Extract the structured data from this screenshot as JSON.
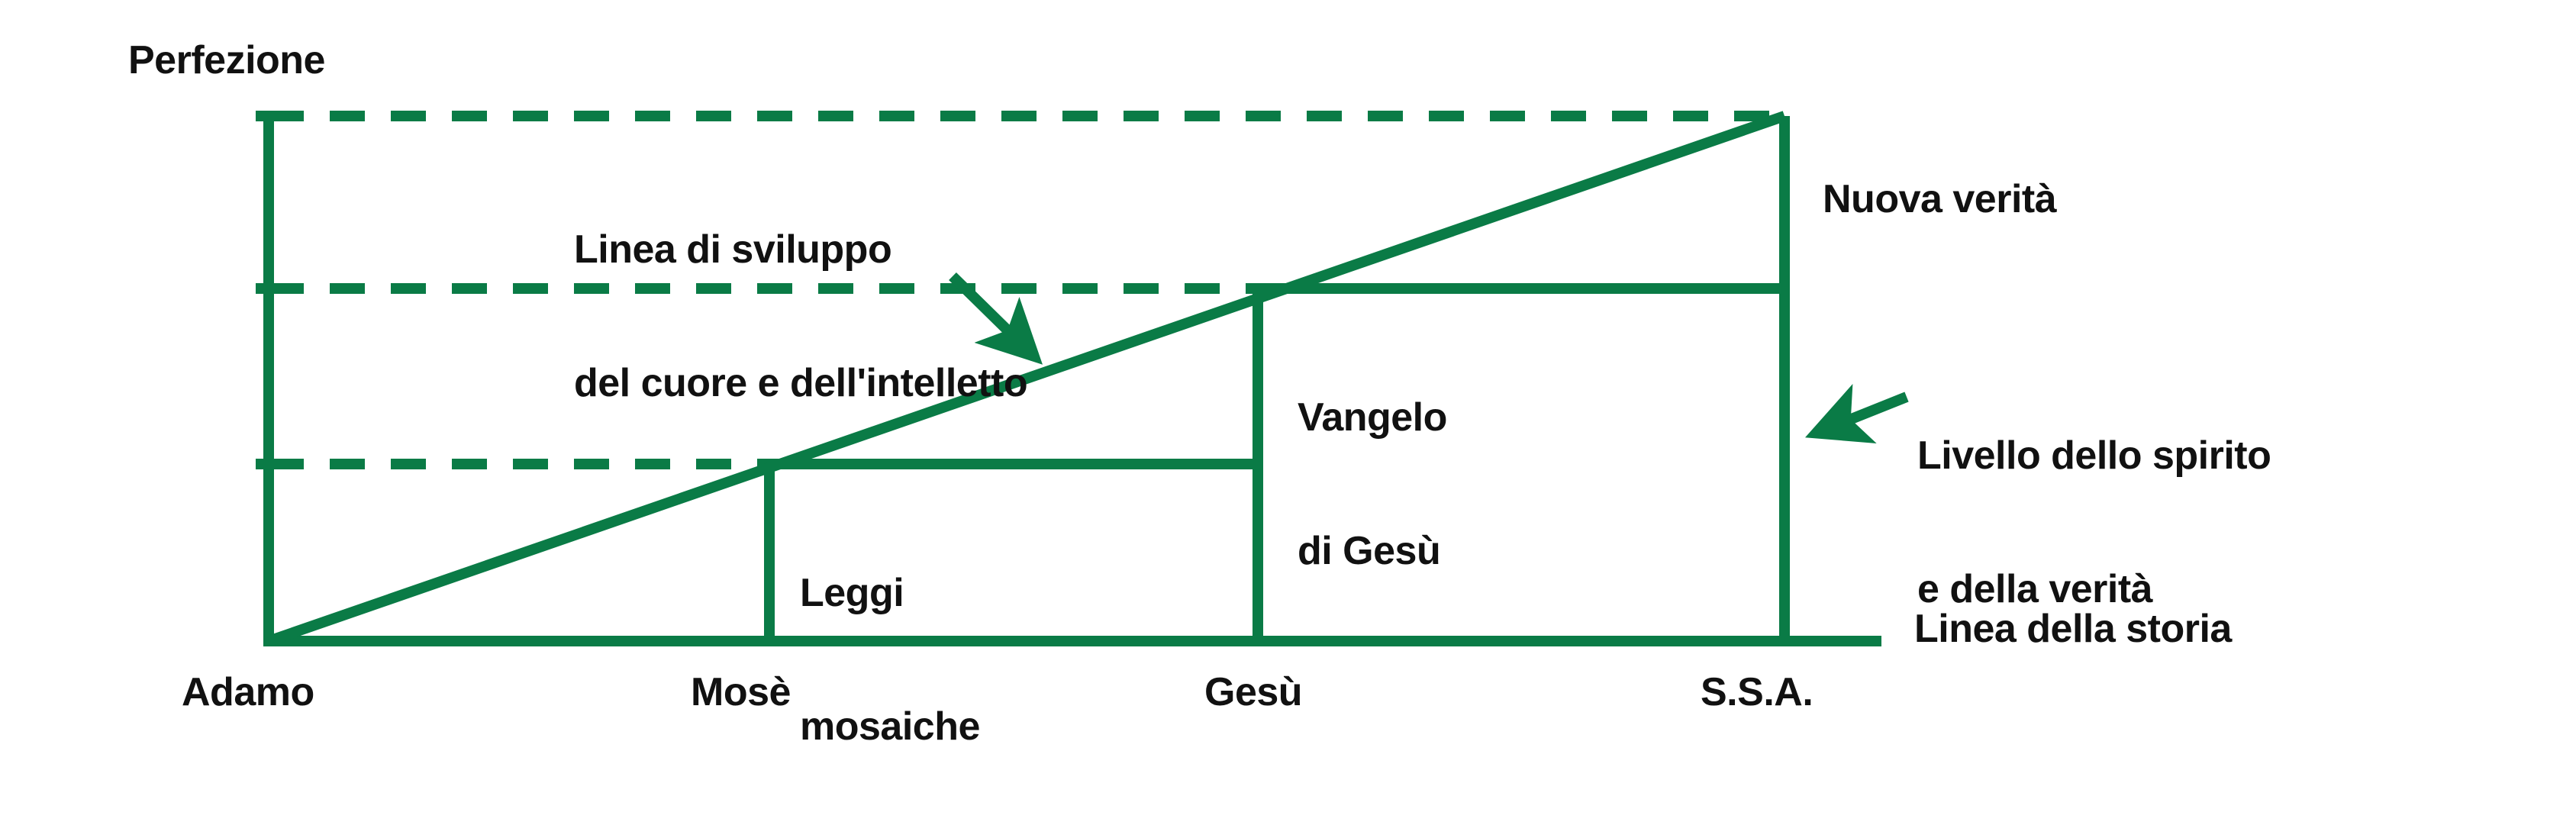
{
  "colors": {
    "line": "#0a7b46",
    "text": "#111111",
    "background": "#ffffff"
  },
  "axes": {
    "y_axis_title": "Perfezione",
    "x_axis_title": "Linea della storia"
  },
  "x_ticks": [
    {
      "label": "Adamo"
    },
    {
      "label": "Mosè"
    },
    {
      "label": "Gesù"
    },
    {
      "label": "S.S.A."
    }
  ],
  "boxes": [
    {
      "label_line1": "Leggi",
      "label_line2": "mosaiche"
    },
    {
      "label_line1": "Vangelo",
      "label_line2": "di Gesù"
    }
  ],
  "callouts": [
    {
      "line1": "Linea di sviluppo",
      "line2": "del cuore e dell'intelletto",
      "arrow": "down-right-arrow"
    },
    {
      "line1": "Livello dello spirito",
      "line2": "e della verità",
      "arrow": "left-arrow"
    }
  ],
  "right_labels": [
    {
      "label": "Nuova verità"
    }
  ],
  "chart_data": {
    "type": "line",
    "title": "",
    "xlabel": "Linea della storia",
    "ylabel": "Perfezione",
    "categories": [
      "Adamo",
      "Mosè",
      "Gesù",
      "S.S.A."
    ],
    "x": [
      0,
      1,
      2,
      3
    ],
    "series": [
      {
        "name": "Linea di sviluppo del cuore e dell'intelletto",
        "values": [
          0,
          1,
          2,
          3
        ],
        "style": "solid"
      },
      {
        "name": "Leggi mosaiche",
        "values": [
          null,
          1,
          1,
          null
        ],
        "style": "step-box"
      },
      {
        "name": "Vangelo di Gesù",
        "values": [
          null,
          null,
          2,
          2
        ],
        "style": "step-box"
      }
    ],
    "reference_lines": [
      {
        "y": 3,
        "style": "dashed",
        "label": "Nuova verità"
      },
      {
        "y": 2,
        "style": "dashed",
        "label": "Vangelo di Gesù"
      },
      {
        "y": 1,
        "style": "dashed",
        "label": "Leggi mosaiche"
      }
    ],
    "grid": false,
    "legend": "none",
    "ylim": [
      0,
      3.25
    ],
    "xlim": [
      0,
      3.4
    ]
  }
}
